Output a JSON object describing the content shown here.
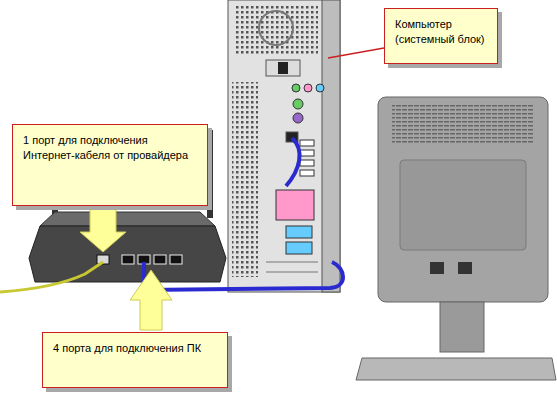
{
  "diagram": {
    "nodes": [
      {
        "text": [
          "Компьютер (системный блок)"
        ]
      },
      {
        "text": [
          "1 порт для подключения Интернет-кабеля от провайдера"
        ]
      },
      {
        "text": [
          "4 порта для подключения ПК"
        ]
      }
    ]
  }
}
